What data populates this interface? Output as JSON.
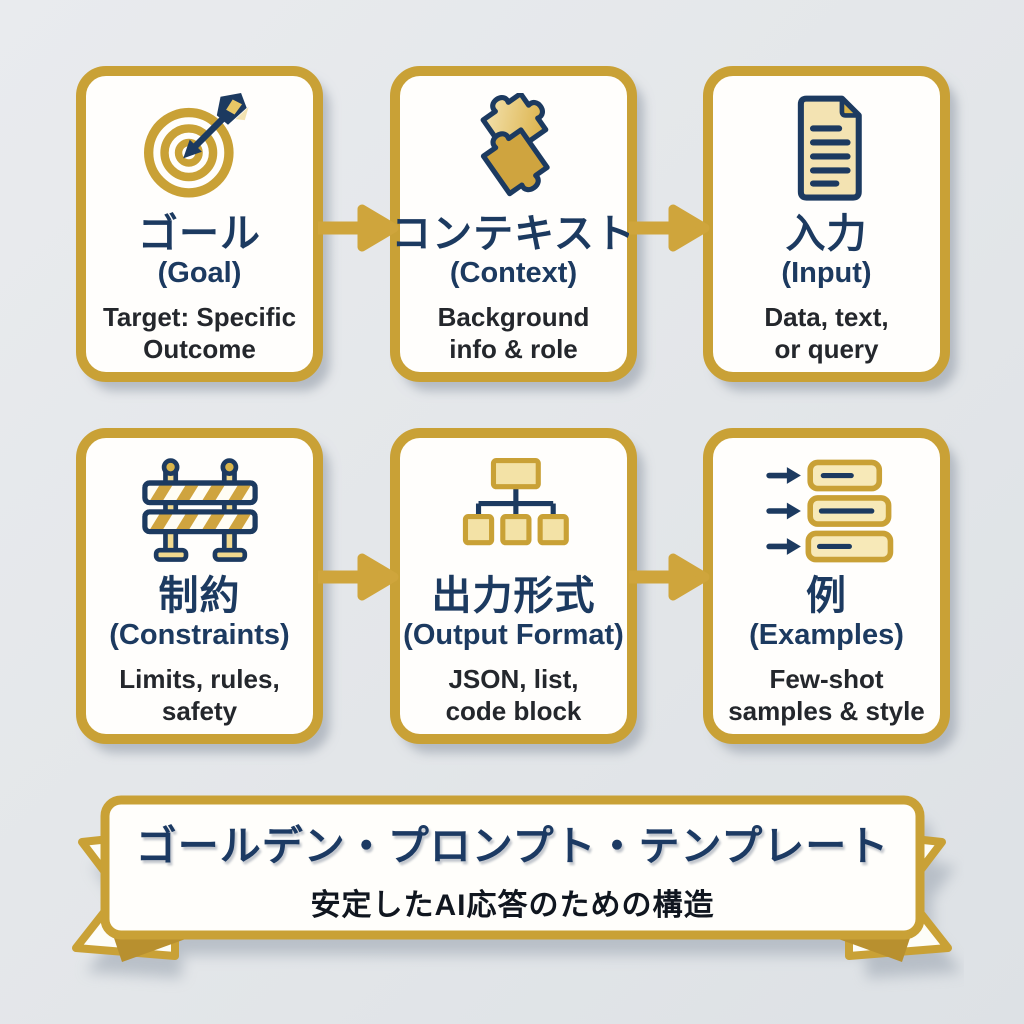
{
  "colors": {
    "background": "#e4e7ea",
    "gold": "#c9a136",
    "gold_arrow": "#cfa53c",
    "gold_dark_fold": "#b8902f",
    "navy": "#1c3a60",
    "cream_icon_fill": "#f3e3b2",
    "card_background": "#fffefc",
    "description_text": "#24272c"
  },
  "cards": [
    {
      "id": "goal",
      "icon": "target-icon",
      "title_ja": "ゴール",
      "title_en": "(Goal)",
      "desc_line1": "Target: Specific",
      "desc_line2": "Outcome"
    },
    {
      "id": "context",
      "icon": "puzzle-icon",
      "title_ja": "コンテキスト",
      "title_en": "(Context)",
      "desc_line1": "Background",
      "desc_line2": "info & role"
    },
    {
      "id": "input",
      "icon": "document-icon",
      "title_ja": "入力",
      "title_en": "(Input)",
      "desc_line1": "Data, text,",
      "desc_line2": "or query"
    },
    {
      "id": "constraints",
      "icon": "barrier-icon",
      "title_ja": "制約",
      "title_en": "(Constraints)",
      "desc_line1": "Limits, rules,",
      "desc_line2": "safety"
    },
    {
      "id": "output-format",
      "icon": "flowchart-icon",
      "title_ja": "出力形式",
      "title_en": "(Output Format)",
      "desc_line1": "JSON, list,",
      "desc_line2": "code block"
    },
    {
      "id": "examples",
      "icon": "examples-list-icon",
      "title_ja": "例",
      "title_en": "(Examples)",
      "desc_line1": "Few-shot",
      "desc_line2": "samples & style"
    }
  ],
  "banner": {
    "title": "ゴールデン・プロンプト・テンプレート",
    "subtitle": "安定したAI応答のための構造"
  }
}
